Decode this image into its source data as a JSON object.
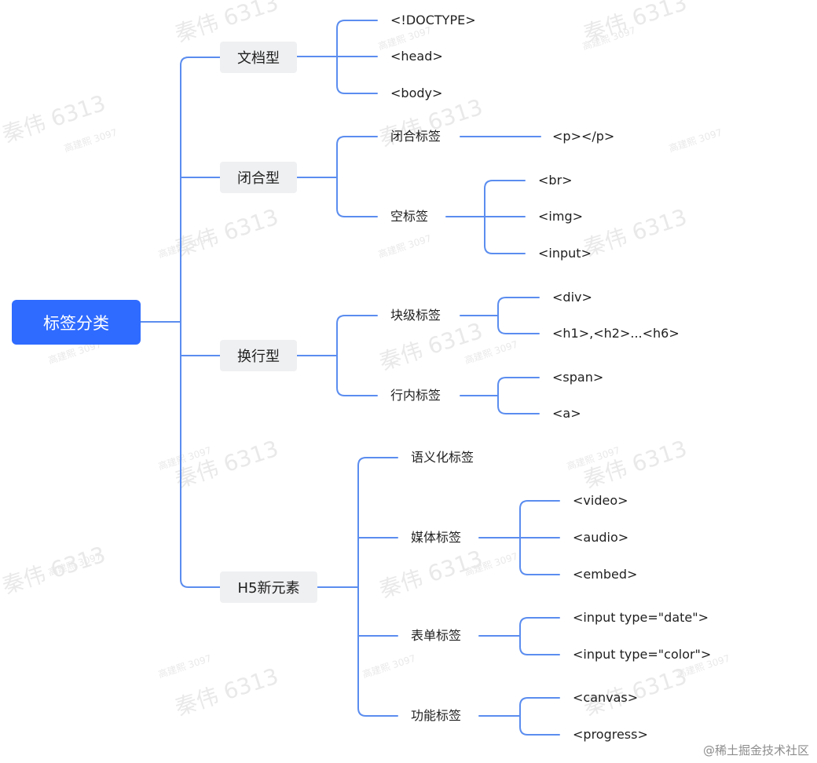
{
  "root": "标签分类",
  "categories": [
    "文档型",
    "闭合型",
    "换行型",
    "H5新元素"
  ],
  "doc": [
    "<!DOCTYPE>",
    "<head>",
    "<body>"
  ],
  "closed": {
    "paired": "闭合标签",
    "paired_child": "<p></p>",
    "empty": "空标签",
    "empty_children": [
      "<br>",
      "<img>",
      "<input>"
    ]
  },
  "wrap": {
    "block": "块级标签",
    "block_children": [
      "<div>",
      "<h1>,<h2>...<h6>"
    ],
    "inline": "行内标签",
    "inline_children": [
      "<span>",
      "<a>"
    ]
  },
  "h5": {
    "semantic": "语义化标签",
    "media": "媒体标签",
    "media_children": [
      "<video>",
      "<audio>",
      "<embed>"
    ],
    "form": "表单标签",
    "form_children": [
      "<input type=\"date\">",
      "<input type=\"color\">"
    ],
    "func": "功能标签",
    "func_children": [
      "<canvas>",
      "<progress>"
    ]
  },
  "watermark": {
    "name": "秦伟 6313",
    "sub": "高建熙 3097"
  },
  "credit": "@稀土掘金技术社区",
  "colors": {
    "line": "#5b8def",
    "root": "#2f6bff",
    "category_bg": "#eff0f2"
  }
}
